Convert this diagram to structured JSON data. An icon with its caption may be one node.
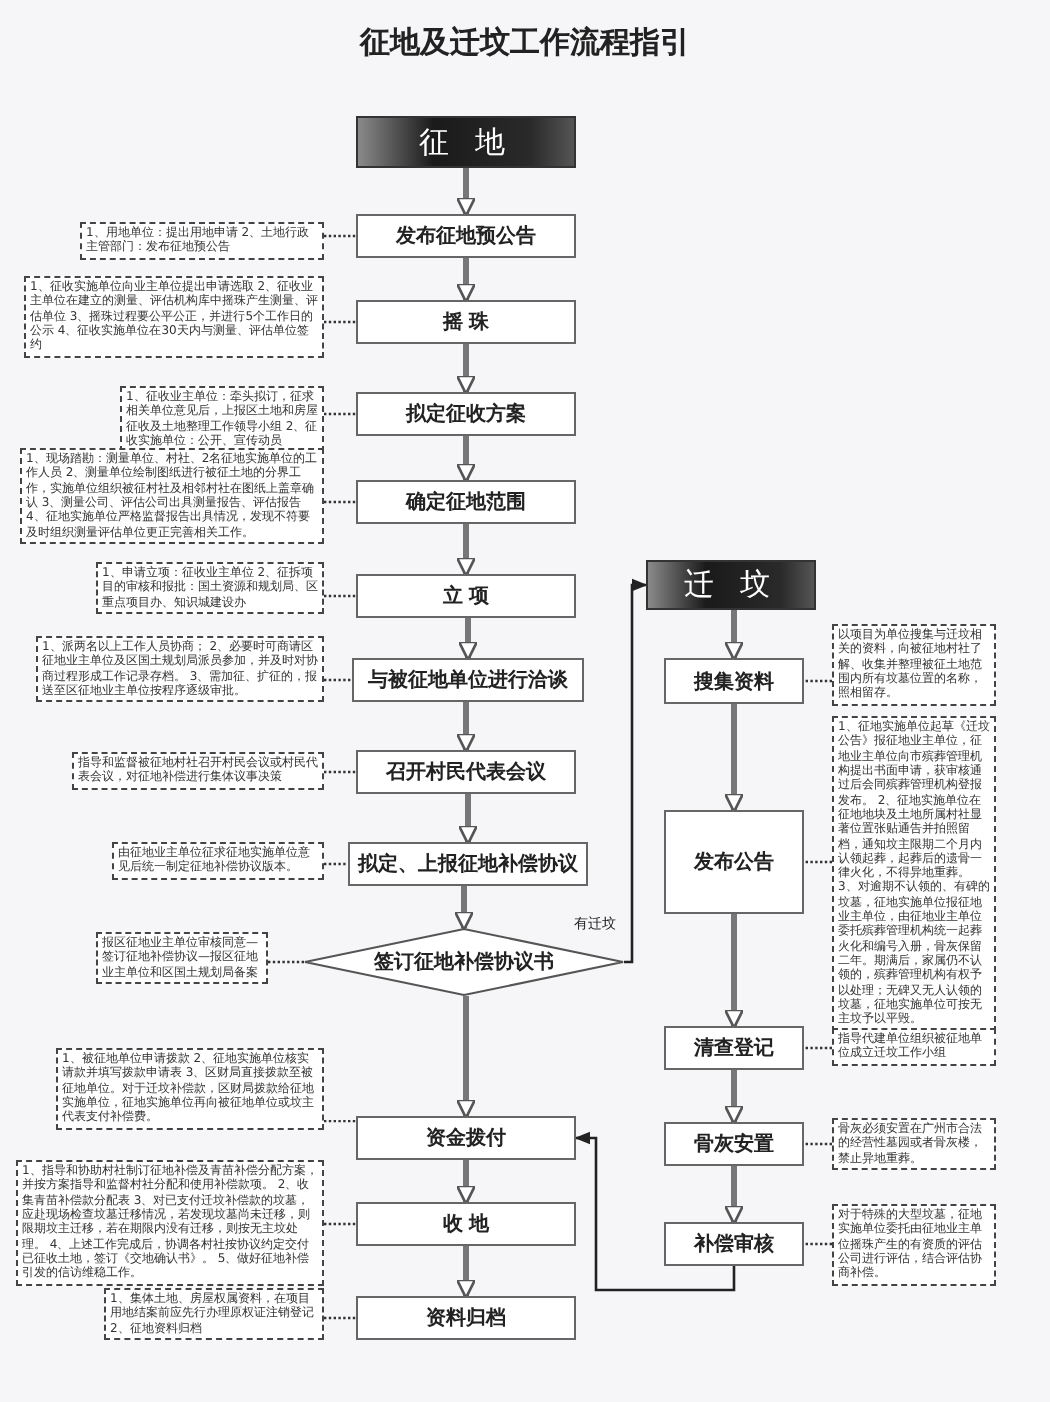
{
  "diagram": {
    "title": "征地及迁坟工作流程指引",
    "nodes": [
      {
        "text": [
          "征 地"
        ]
      },
      {
        "text": [
          "发布征地预公告"
        ]
      },
      {
        "text": [
          "摇 珠"
        ]
      },
      {
        "text": [
          "拟定征收方案"
        ]
      },
      {
        "text": [
          "确定征地范围"
        ]
      },
      {
        "text": [
          "立 项"
        ]
      },
      {
        "text": [
          "与被征地单位进行洽谈"
        ]
      },
      {
        "text": [
          "召开村民代表会议"
        ]
      },
      {
        "text": [
          "拟定、上报征地补偿协议"
        ]
      },
      {
        "text": [
          "签订征地补偿协议书"
        ]
      },
      {
        "text": [
          "资金拨付"
        ]
      },
      {
        "text": [
          "收 地"
        ]
      },
      {
        "text": [
          "资料归档"
        ]
      },
      {
        "text": [
          "迁 坟"
        ]
      },
      {
        "text": [
          "搜集资料"
        ]
      },
      {
        "text": [
          "发布公告"
        ]
      },
      {
        "text": [
          "清查登记"
        ]
      },
      {
        "text": [
          "骨灰安置"
        ]
      },
      {
        "text": [
          "补偿审核"
        ]
      },
      {
        "text": [
          "1、用地单位：提出用地申请 2、土地行政主管部门：发布征地预公告"
        ]
      },
      {
        "text": [
          "1、征收实施单位向业主单位提出申请选取 2、征收业主单位在建立的测量、评估机构库中摇珠产生测量、评估单位 3、摇珠过程要公平公正，并进行5个工作日的公示 4、征收实施单位在30天内与测量、评估单位签约"
        ]
      },
      {
        "text": [
          "1、征收业主单位：牵头拟订，征求相关单位意见后，上报区土地和房屋征收及土地整理工作领导小组 2、征收实施单位：公开、宣传动员"
        ]
      },
      {
        "text": [
          "1、现场踏勘：测量单位、村社、2名征地实施单位的工作人员 2、测量单位绘制图纸进行被征土地的分界工作，实施单位组织被征村社及相邻村社在图纸上盖章确认 3、测量公司、评估公司出具测量报告、评估报告 4、征地实施单位严格监督报告出具情况，发现不符要及时组织测量评估单位更正完善相关工作。"
        ]
      },
      {
        "text": [
          "1、申请立项：征收业主单位 2、征拆项目的审核和报批：国土资源和规划局、区重点项目办、知识城建设办"
        ]
      },
      {
        "text": [
          "1、派两名以上工作人员协商； 2、必要时可商请区征地业主单位及区国土规划局派员参加，并及时对协商过程形成工作记录存档。 3、需加征、扩征的，报送至区征地业主单位按程序逐级审批。"
        ]
      },
      {
        "text": [
          "指导和监督被征地村社召开村民会议或村民代表会议，对征地补偿进行集体议事决策"
        ]
      },
      {
        "text": [
          "由征地业主单位征求征地实施单位意见后统一制定征地补偿协议版本。"
        ]
      },
      {
        "text": [
          "报区征地业主单位审核同意—签订征地补偿协议—报区征地业主单位和区国土规划局备案"
        ]
      },
      {
        "text": [
          "1、被征地单位申请拨款 2、征地实施单位核实请款并填写拨款申请表 3、区财局直接拨款至被征地单位。对于迁坟补偿款，区财局拨款给征地实施单位，征地实施单位再向被征地单位或坟主代表支付补偿费。"
        ]
      },
      {
        "text": [
          "1、指导和协助村社制订征地补偿及青苗补偿分配方案，并按方案指导和监督村社分配和使用补偿款项。 2、收集青苗补偿款分配表 3、对已支付迁坟补偿款的坟墓，应赴现场检查坟墓迁移情况，若发现坟墓尚未迁移，则限期坟主迁移，若在期限内没有迁移，则按无主坟处理。 4、上述工作完成后，协调各村社按协议约定交付已征收土地，签订《交地确认书》。 5、做好征地补偿引发的信访维稳工作。"
        ]
      },
      {
        "text": [
          "1、集体土地、房屋权属资料，在项目用地结案前应先行办理原权证注销登记 2、征地资料归档"
        ]
      },
      {
        "text": [
          "以项目为单位搜集与迁坟相关的资料，向被征地村社了解、收集并整理被征土地范围内所有坟墓位置的名称，照相留存。"
        ]
      },
      {
        "text": [
          "1、征地实施单位起草《迁坟公告》报征地业主单位，征地业主单位向市殡葬管理机构提出书面申请，获审核通过后会同殡葬管理机构登报发布。 2、征地实施单位在征地地块及土地所属村社显著位置张贴通告并拍照留档，通知坟主限期二个月内认领起葬，起葬后的遗骨一律火化，不得异地重葬。 3、对逾期不认领的、有碑的坟墓，征地实施单位报征地业主单位，由征地业主单位委托殡葬管理机构统一起葬火化和编号入册，骨灰保留二年。期满后，家属仍不认领的，殡葬管理机构有权予以处理；无碑又无人认领的坟墓，征地实施单位可按无主坟予以平毁。"
        ]
      },
      {
        "text": [
          "指导代建单位组织被征地单位成立迁坟工作小组"
        ]
      },
      {
        "text": [
          "骨灰必须安置在广州市合法的经营性墓园或者骨灰楼，禁止异地重葬。"
        ]
      },
      {
        "text": [
          "对于特殊的大型坟墓，征地实施单位委托由征地业主单位摇珠产生的有资质的评估公司进行评估，结合评估协商补偿。"
        ]
      }
    ],
    "edges": [
      {
        "from": 0,
        "to": 1,
        "arrow": "to",
        "style": "thick"
      },
      {
        "from": 1,
        "to": 2,
        "arrow": "to",
        "style": "thick"
      },
      {
        "from": 2,
        "to": 3,
        "arrow": "to",
        "style": "thick"
      },
      {
        "from": 3,
        "to": 4,
        "arrow": "to",
        "style": "thick"
      },
      {
        "from": 4,
        "to": 5,
        "arrow": "to",
        "style": "thick"
      },
      {
        "from": 5,
        "to": 6,
        "arrow": "to",
        "style": "thick"
      },
      {
        "from": 6,
        "to": 7,
        "arrow": "to",
        "style": "thick"
      },
      {
        "from": 7,
        "to": 8,
        "arrow": "to",
        "style": "thick"
      },
      {
        "from": 8,
        "to": 9,
        "arrow": "to",
        "style": "thick"
      },
      {
        "from": 9,
        "to": 10,
        "arrow": "to",
        "style": "thick"
      },
      {
        "from": 10,
        "to": 11,
        "arrow": "to",
        "style": "thick"
      },
      {
        "from": 11,
        "to": 12,
        "arrow": "to",
        "style": "thick"
      },
      {
        "from": 9,
        "to": 13,
        "arrow": "to",
        "label": "有迁坟"
      },
      {
        "from": 13,
        "to": 14,
        "arrow": "to",
        "style": "thick"
      },
      {
        "from": 14,
        "to": 15,
        "arrow": "to",
        "style": "thick"
      },
      {
        "from": 15,
        "to": 16,
        "arrow": "to",
        "style": "thick"
      },
      {
        "from": 16,
        "to": 17,
        "arrow": "to",
        "style": "thick"
      },
      {
        "from": 17,
        "to": 18,
        "arrow": "to",
        "style": "thick"
      },
      {
        "from": 18,
        "to": 10,
        "arrow": "to"
      },
      {
        "from": 19,
        "to": 1,
        "arrow": "none",
        "style": "dashed"
      },
      {
        "from": 20,
        "to": 2,
        "arrow": "none",
        "style": "dashed"
      },
      {
        "from": 21,
        "to": 3,
        "arrow": "none",
        "style": "dashed"
      },
      {
        "from": 22,
        "to": 4,
        "arrow": "none",
        "style": "dashed"
      },
      {
        "from": 23,
        "to": 5,
        "arrow": "none",
        "style": "dashed"
      },
      {
        "from": 24,
        "to": 6,
        "arrow": "none",
        "style": "dashed"
      },
      {
        "from": 25,
        "to": 7,
        "arrow": "none",
        "style": "dashed"
      },
      {
        "from": 26,
        "to": 8,
        "arrow": "none",
        "style": "dashed"
      },
      {
        "from": 27,
        "to": 9,
        "arrow": "none",
        "style": "dashed"
      },
      {
        "from": 28,
        "to": 10,
        "arrow": "none",
        "style": "dashed"
      },
      {
        "from": 29,
        "to": 11,
        "arrow": "none",
        "style": "dashed"
      },
      {
        "from": 30,
        "to": 12,
        "arrow": "none",
        "style": "dashed"
      },
      {
        "from": 31,
        "to": 14,
        "arrow": "none",
        "style": "dashed"
      },
      {
        "from": 32,
        "to": 15,
        "arrow": "none",
        "style": "dashed"
      },
      {
        "from": 33,
        "to": 16,
        "arrow": "none",
        "style": "dashed"
      },
      {
        "from": 34,
        "to": 17,
        "arrow": "none",
        "style": "dashed"
      },
      {
        "from": 35,
        "to": 18,
        "arrow": "none",
        "style": "dashed"
      }
    ]
  }
}
